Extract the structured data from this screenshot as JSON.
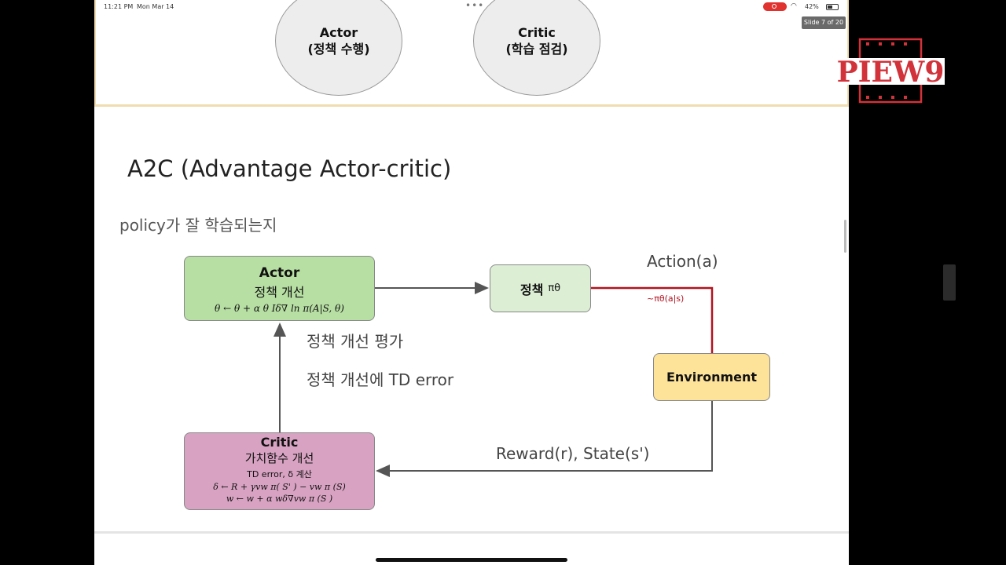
{
  "status_bar": {
    "time": "11:21 PM",
    "date": "Mon Mar 14",
    "battery": "42%",
    "slide_counter": "Slide 7 of 20"
  },
  "prev_slide": {
    "actor_title": "Actor",
    "actor_sub": "(정책 수행)",
    "critic_title": "Critic",
    "critic_sub": "(학습 점검)"
  },
  "slide": {
    "title": "A2C (Advantage Actor-critic)",
    "subtitle": "policy가 잘 학습되는지",
    "actor": {
      "title": "Actor",
      "desc": "정책 개선",
      "formula": "θ ← θ + α θ Iδ∇ ln π(A|S, θ)"
    },
    "policy": {
      "label": "정책",
      "symbol": "πθ"
    },
    "environment": "Environment",
    "critic": {
      "title": "Critic",
      "desc": "가치함수 개선",
      "line3": "TD error, δ 계산",
      "formula1": "δ ← R + γvw π( S' ) − vw π (S)",
      "formula2": "w ← w + α wδ∇vw π (S )"
    },
    "action_label": "Action(a)",
    "action_dist": "~πθ(a|s)",
    "eval_label": "정책 개선 평가",
    "td_label": "정책 개선에 TD error",
    "reward_label": "Reward(r), State(s')"
  },
  "watermark": "PIEW9",
  "colors": {
    "actor_fill": "#b7dfa3",
    "policy_fill": "#dcefd5",
    "env_fill": "#fde29a",
    "critic_fill": "#d8a3c2",
    "action_line": "#b3121f",
    "logo": "#d2323a"
  }
}
